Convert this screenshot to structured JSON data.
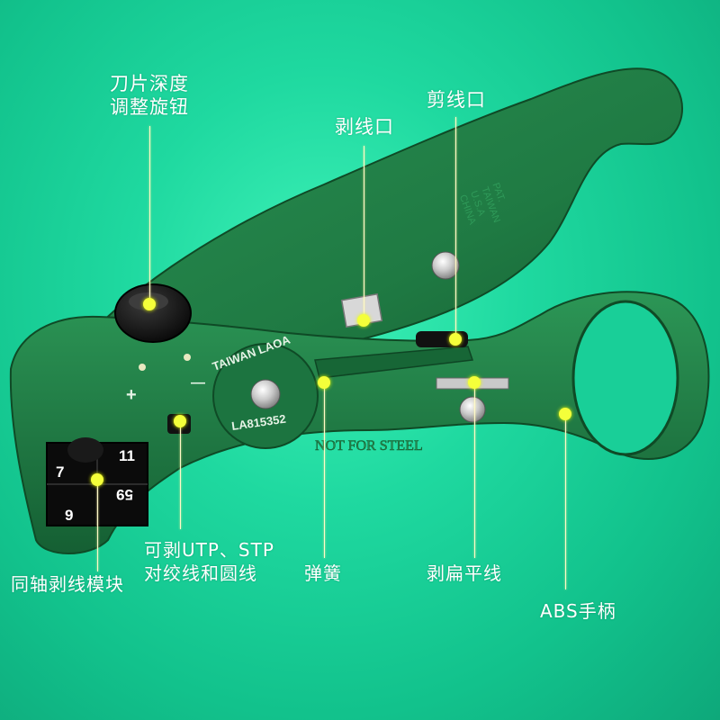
{
  "labels": {
    "blade_depth_knob_l1": "刀片深度",
    "blade_depth_knob_l2": "调整旋钮",
    "strip_port": "剥线口",
    "cut_port": "剪线口",
    "utp_stp_l1": "可剥UTP、STP",
    "utp_stp_l2": "对绞线和圆线",
    "coax_module": "同轴剥线模块",
    "spring": "弹簧",
    "flat_wire": "剥扁平线",
    "abs_handle": "ABS手柄"
  },
  "tool_markings": {
    "brand": "TAIWAN LAOA",
    "model": "LA815352",
    "warning": "NOT FOR STEEL",
    "patent_l1": "PAT.",
    "patent_l2": "TAIWAN",
    "patent_l3": "U.S.A",
    "patent_l4": "CHINA",
    "size_7": "7",
    "size_11": "11",
    "size_9": "9",
    "size_59": "59",
    "adjust_plus": "+",
    "adjust_minus": "—"
  },
  "colors": {
    "background": "#1fd9a0",
    "tool_green": "#1f7a43",
    "tool_green_dark": "#145c30",
    "marker_dot": "#f4ff3a",
    "label_text": "#ffffff"
  }
}
